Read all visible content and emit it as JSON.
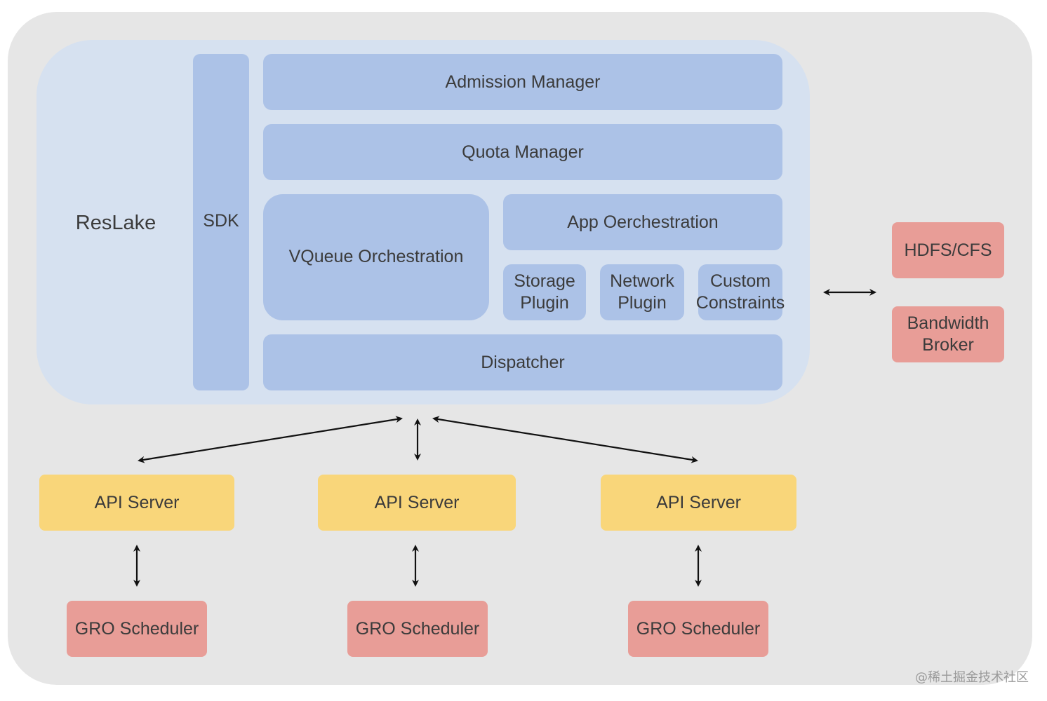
{
  "reslake": {
    "label": "ResLake"
  },
  "sdk": {
    "label": "SDK"
  },
  "components": {
    "admission_manager": "Admission Manager",
    "quota_manager": "Quota Manager",
    "vqueue_orchestration": "VQueue Orchestration",
    "app_orchestration": "App Oerchestration",
    "storage_plugin": "Storage\nPlugin",
    "network_plugin": "Network\nPlugin",
    "custom_constraints": "Custom\nConstraints",
    "dispatcher": "Dispatcher"
  },
  "external": {
    "hdfs": "HDFS/CFS",
    "bandwidth_broker": "Bandwidth\nBroker"
  },
  "api_servers": [
    "API Server",
    "API Server",
    "API Server"
  ],
  "schedulers": [
    "GRO Scheduler",
    "GRO Scheduler",
    "GRO Scheduler"
  ],
  "watermark": "@稀土掘金技术社区",
  "colors": {
    "outer_bg": "#e6e6e6",
    "reslake_bg": "#d6e1f0",
    "component_blue": "#acc2e7",
    "api_yellow": "#f9d67a",
    "scheduler_red": "#e89d97"
  }
}
